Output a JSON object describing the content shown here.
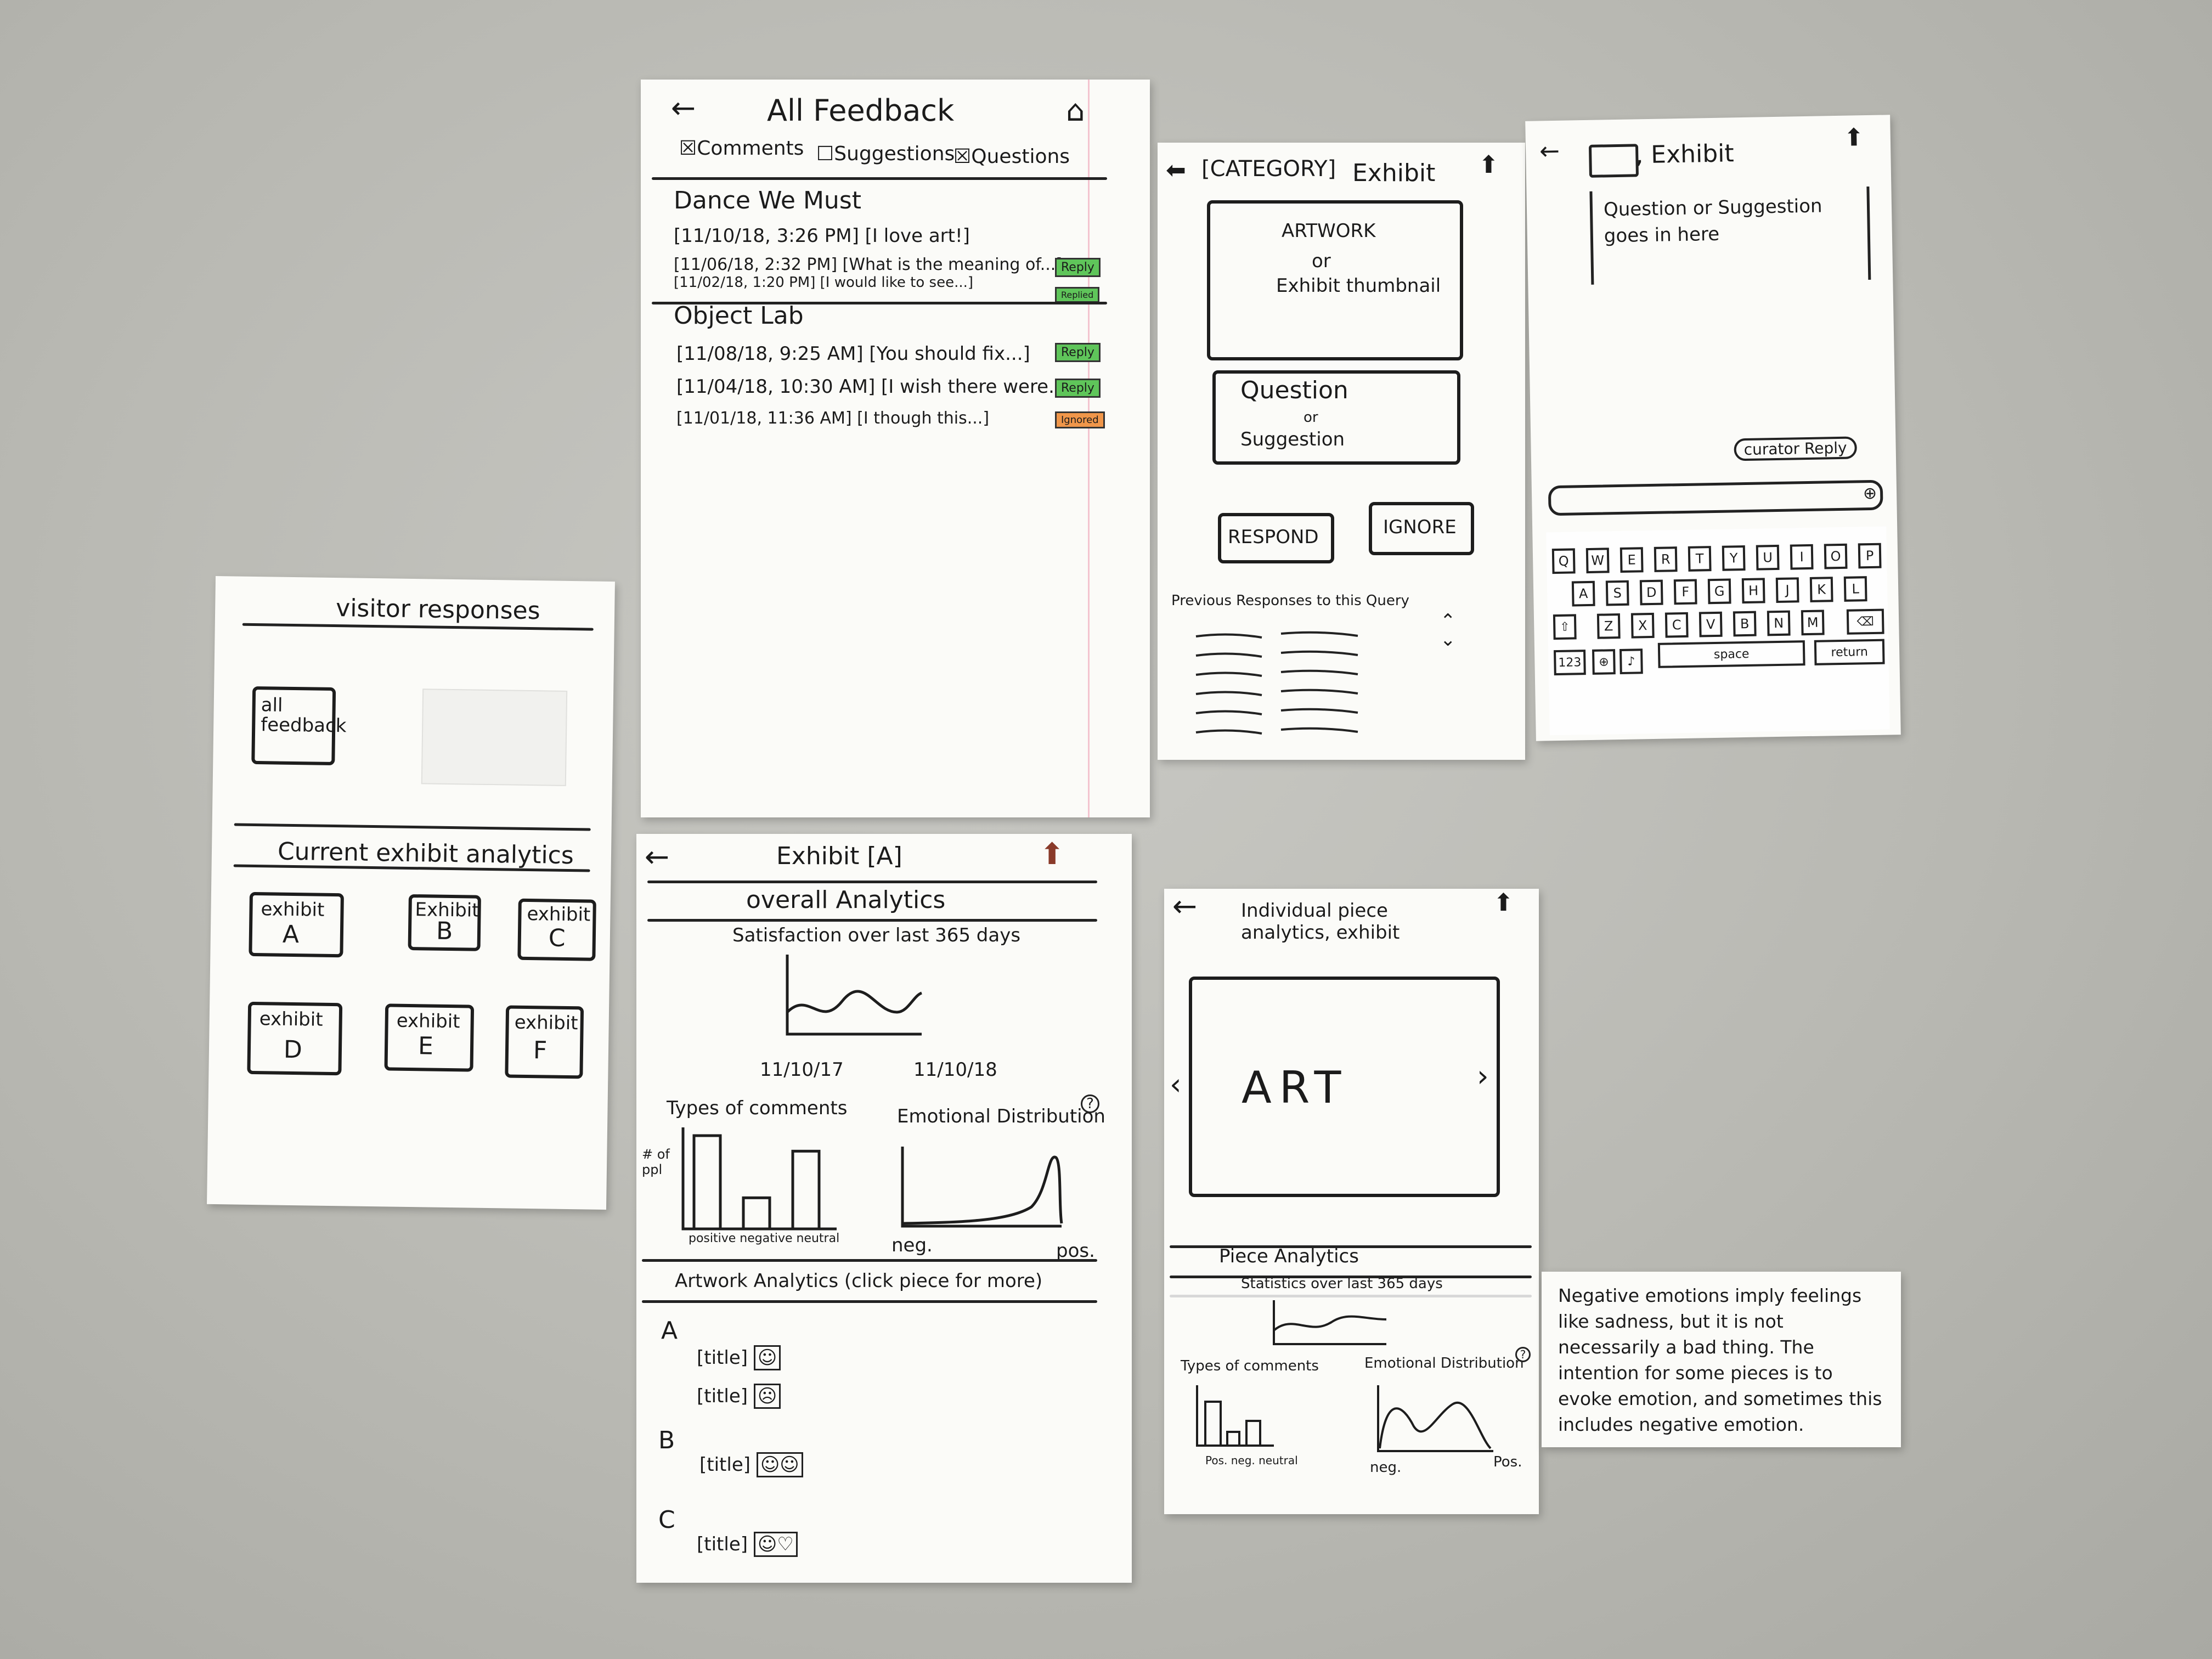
{
  "visitor": {
    "title": "visitor responses",
    "all_feedback": "all feedback",
    "analytics_title": "Current exhibit analytics",
    "exhibits": [
      {
        "top": "exhibit",
        "letter": "A"
      },
      {
        "top": "Exhibit",
        "letter": "B"
      },
      {
        "top": "exhibit",
        "letter": "C"
      },
      {
        "top": "exhibit",
        "letter": "D"
      },
      {
        "top": "exhibit",
        "letter": "E"
      },
      {
        "top": "exhibit",
        "letter": "F"
      }
    ]
  },
  "all_feedback": {
    "title": "All Feedback",
    "filters": [
      {
        "label": "Comments",
        "checked": true
      },
      {
        "label": "Suggestions",
        "checked": false
      },
      {
        "label": "Questions",
        "checked": true
      }
    ],
    "groups": [
      {
        "name": "Dance We Must",
        "rows": [
          {
            "date": "[11/10/18, 3:26 PM]",
            "text": "[I love art!]",
            "tag": ""
          },
          {
            "date": "[11/06/18, 2:32 PM]",
            "text": "[What is the meaning of...]",
            "tag": "Reply"
          },
          {
            "date": "[11/02/18, 1:20 PM]",
            "text": "[I would like to see...]",
            "tag": "Replied"
          }
        ]
      },
      {
        "name": "Object Lab",
        "rows": [
          {
            "date": "[11/08/18, 9:25 AM]",
            "text": "[You should fix...]",
            "tag": "Reply"
          },
          {
            "date": "[11/04/18, 10:30 AM]",
            "text": "[I wish there were...]",
            "tag": "Reply"
          },
          {
            "date": "[11/01/18, 11:36 AM]",
            "text": "[I though this...]",
            "tag": "Ignored"
          }
        ]
      }
    ],
    "colors": {
      "reply": "#5fc55a",
      "ignored": "#f0964a"
    }
  },
  "category": {
    "header_cat": "[CATEGORY]",
    "header_ex": "Exhibit",
    "art_line1": "ARTWORK",
    "art_line2": "or",
    "art_line3": "Exhibit thumbnail",
    "q_line1": "Question",
    "q_line2": "or",
    "q_line3": "Suggestion",
    "respond": "RESPOND",
    "ignore": "IGNORE",
    "prev": "Previous Responses to this Query"
  },
  "reply": {
    "header": ", Exhibit",
    "text": "Question or Suggestion goes in here",
    "curator": "curator Reply",
    "rows": [
      [
        "Q",
        "W",
        "E",
        "R",
        "T",
        "Y",
        "U",
        "I",
        "O",
        "P"
      ],
      [
        "A",
        "S",
        "D",
        "F",
        "G",
        "H",
        "J",
        "K",
        "L"
      ],
      [
        "Z",
        "X",
        "C",
        "V",
        "B",
        "N",
        "M"
      ]
    ],
    "k123": "123",
    "space": "space",
    "ret": "return"
  },
  "exhibit_a": {
    "title": "Exhibit [A]",
    "overall": "overall Analytics",
    "satisfaction": "Satisfaction over last 365 days",
    "x_start": "11/10/17",
    "x_end": "11/10/18",
    "types": "Types of comments",
    "ylabel": "# of ppl",
    "bar_cats": "positive negative neutral",
    "emotional": "Emotional Distribution",
    "neg": "neg.",
    "pos": "pos.",
    "artwork": "Artwork Analytics (click piece for more)",
    "sections": [
      {
        "letter": "A",
        "titles": [
          "[title]",
          "[title]"
        ]
      },
      {
        "letter": "B",
        "titles": [
          "[title]"
        ]
      },
      {
        "letter": "C",
        "titles": [
          "[title]"
        ]
      }
    ],
    "chart_data": {
      "type": "bar",
      "categories": [
        "positive",
        "negative",
        "neutral"
      ],
      "values": [
        3,
        1,
        2.5
      ],
      "title": "Types of comments",
      "ylabel": "# of ppl"
    }
  },
  "piece": {
    "title": "Individual piece analytics, exhibit",
    "art": "ART",
    "piece_analytics": "Piece Analytics",
    "stats": "Statistics over last 365 days",
    "types": "Types of comments",
    "emotional": "Emotional Distribution",
    "cats": "Pos. neg. neutral",
    "neg": "neg.",
    "pos": "Pos."
  },
  "note": {
    "text": "Negative emotions imply feelings like sadness, but it is not necessarily a bad thing. The intention for some pieces is to evoke emotion, and sometimes this includes negative emotion."
  }
}
